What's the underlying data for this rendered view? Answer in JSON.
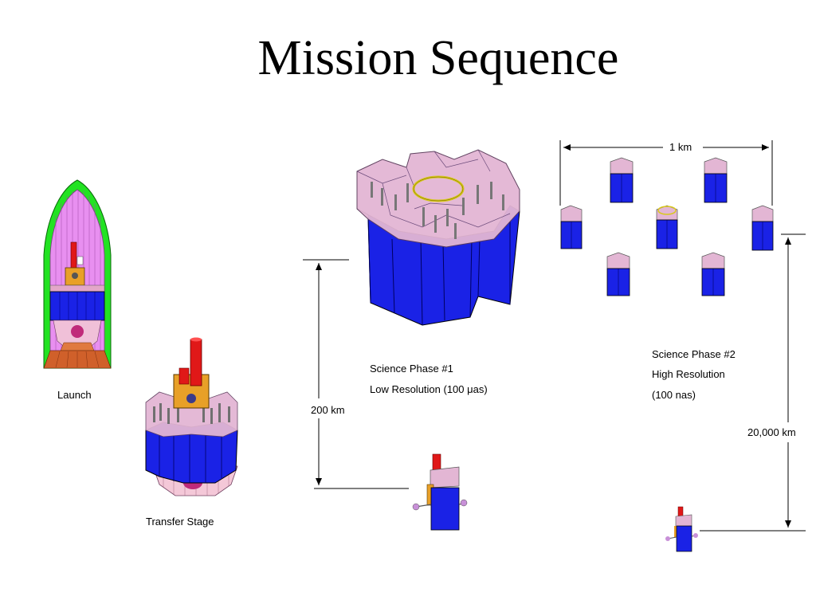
{
  "slide": {
    "title": "Mission Sequence"
  },
  "stages": {
    "launch": {
      "label": "Launch"
    },
    "transfer": {
      "label": "Transfer Stage"
    },
    "science1": {
      "line1": "Science Phase #1",
      "line2": "Low Resolution (100 μas)"
    },
    "science2": {
      "line1": "Science Phase #2",
      "line2": "High Resolution",
      "line3": "(100 nas)"
    }
  },
  "distances": {
    "d_200": "200 km",
    "d_1": "1 km",
    "d_20000": "20,000 km"
  },
  "colors": {
    "fairing_green": "#22e322",
    "fairing_pink": "#e88ff0",
    "module_blue": "#1a22e6",
    "module_pink": "#e3a7c8",
    "boom_red": "#e01818",
    "bus_orange": "#e8a028",
    "ring_yellow": "#d8c81a"
  },
  "icons": [
    "rocket-fairing",
    "hex-cluster",
    "spacecraft-module",
    "detector-craft"
  ]
}
